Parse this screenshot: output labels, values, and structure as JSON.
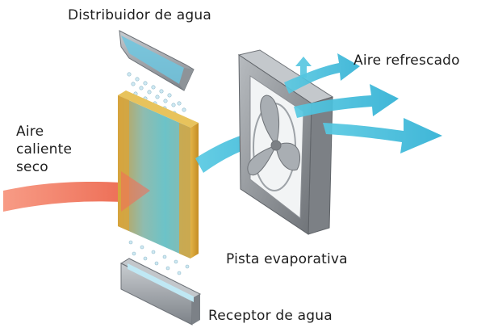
{
  "labels": {
    "distribuidor": "Distribuidor de agua",
    "aire_refrescado": "Aire refrescado",
    "aire_caliente_1": "Aire",
    "aire_caliente_2": "caliente",
    "aire_caliente_3": "seco",
    "pista": "Pista evaporativa",
    "receptor": "Receptor de agua"
  },
  "colors": {
    "hot_air": "#f0705a",
    "cool_air": "#4cc3df",
    "pad": "#d9a53a",
    "pad_teal": "#6cc3c8",
    "metal": "#9ea3a8",
    "frame": "#8d9196",
    "water": "#b9e6f2"
  }
}
